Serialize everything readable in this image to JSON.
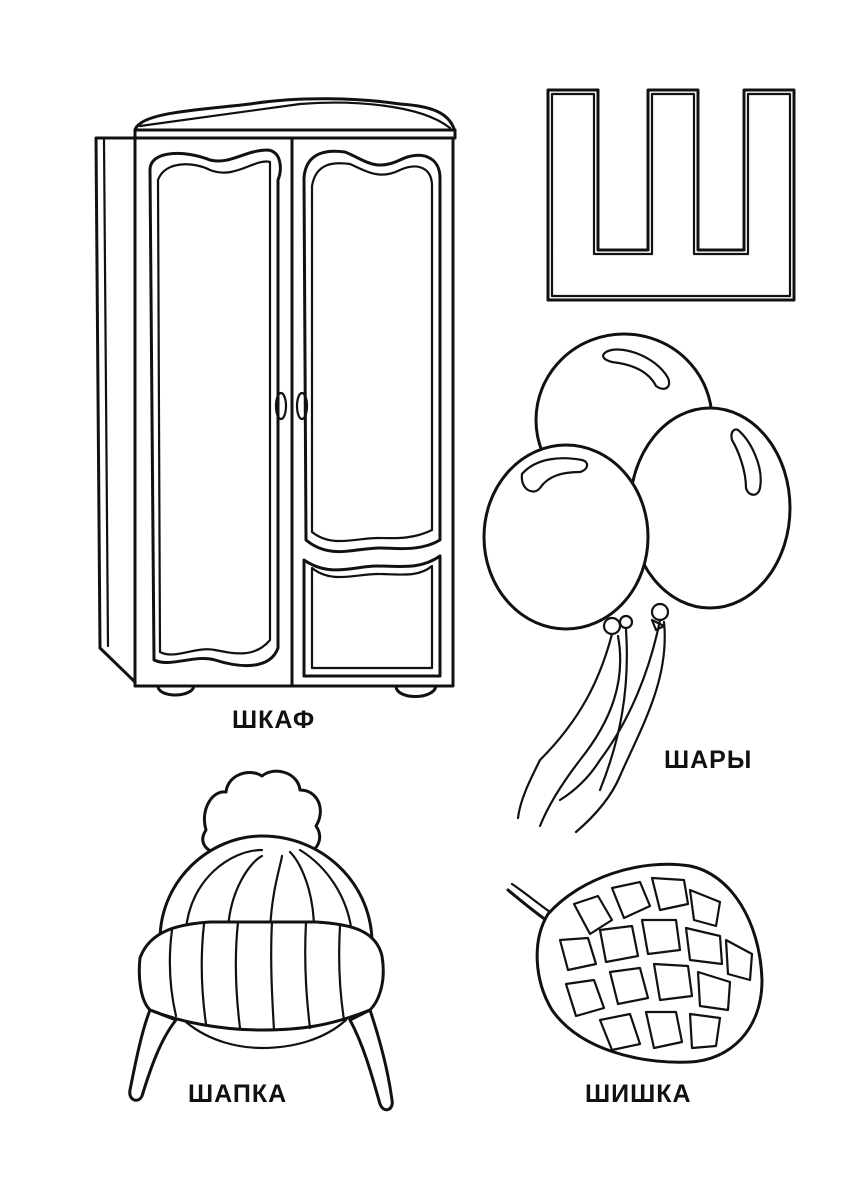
{
  "letter": "Ш",
  "items": [
    {
      "id": "wardrobe",
      "label": "ШКАФ",
      "icon": "wardrobe-icon"
    },
    {
      "id": "balloons",
      "label": "ШАРЫ",
      "icon": "balloons-icon"
    },
    {
      "id": "hat",
      "label": "ШАПКА",
      "icon": "winter-hat-icon"
    },
    {
      "id": "pinecone",
      "label": "ШИШКА",
      "icon": "pinecone-icon"
    }
  ],
  "colors": {
    "ink": "#111111",
    "paper": "#ffffff"
  }
}
